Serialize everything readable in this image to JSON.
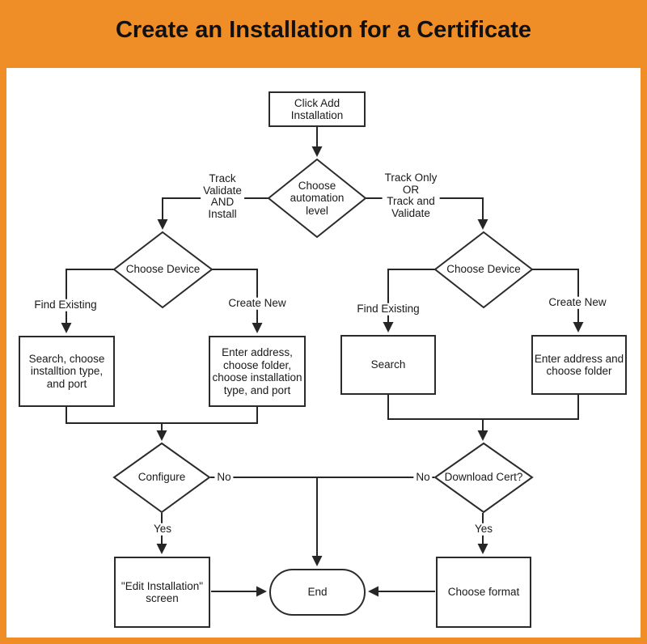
{
  "title": "Create an Installation for a Certificate",
  "colors": {
    "frame": "#EF8D26",
    "canvas": "#FFFFFF",
    "line": "#262626",
    "text": "#1A1A1A"
  },
  "nodes": {
    "start": {
      "shape": "rectangle",
      "label": "Click Add\nInstallation"
    },
    "automation": {
      "shape": "diamond",
      "label": "Choose\nautomation\nlevel"
    },
    "device_left": {
      "shape": "diamond",
      "label": "Choose Device"
    },
    "device_right": {
      "shape": "diamond",
      "label": "Choose Device"
    },
    "search_choose_type_port": {
      "shape": "rectangle",
      "label": "Search, choose\ninstalltion type,\nand port"
    },
    "enter_address_full": {
      "shape": "rectangle",
      "label": "Enter address,\nchoose folder,\nchoose installation\ntype, and port"
    },
    "search": {
      "shape": "rectangle",
      "label": "Search"
    },
    "enter_address_folder": {
      "shape": "rectangle",
      "label": "Enter address and\nchoose folder"
    },
    "configure": {
      "shape": "diamond",
      "label": "Configure"
    },
    "download_cert": {
      "shape": "diamond",
      "label": "Download Cert?"
    },
    "edit_installation_screen": {
      "shape": "rectangle",
      "label": "\"Edit Installation\"\nscreen"
    },
    "choose_format": {
      "shape": "rectangle",
      "label": "Choose format"
    },
    "end": {
      "shape": "terminator",
      "label": "End"
    }
  },
  "edge_labels": {
    "track_validate_install": "Track\nValidate\nAND\nInstall",
    "track_only_or_validate": "Track Only\nOR\nTrack and\nValidate",
    "find_existing_left": "Find Existing",
    "create_new_left": "Create New",
    "find_existing_right": "Find Existing",
    "create_new_right": "Create New",
    "no_left": "No",
    "no_right": "No",
    "yes_left": "Yes",
    "yes_right": "Yes"
  }
}
